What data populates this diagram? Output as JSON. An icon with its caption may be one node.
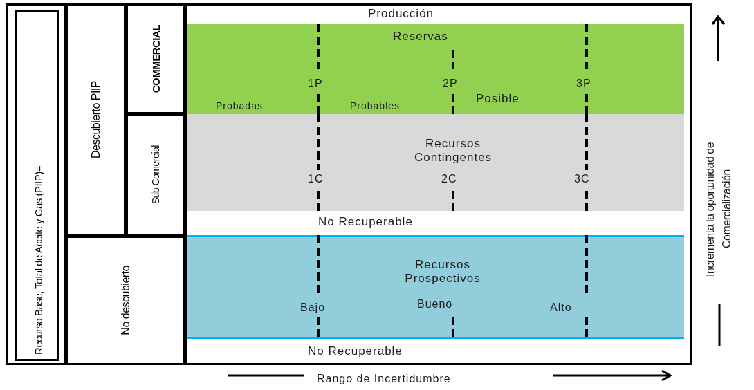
{
  "diagram": {
    "nodes": [
      {
        "text": [
          "Recurso Base, Total de Aceite y Gas (PIIP)="
        ]
      },
      {
        "text": [
          "Descubierto PIIP"
        ]
      },
      {
        "text": [
          "COMMERCIAL"
        ]
      },
      {
        "text": [
          "Sub Comercial"
        ]
      },
      {
        "text": [
          "No descubierto"
        ]
      },
      {
        "text": [
          "Producción"
        ]
      },
      {
        "text": [
          "Reservas"
        ]
      },
      {
        "text": [
          "Recursos Contingentes"
        ]
      },
      {
        "text": [
          "No Recuperable"
        ]
      },
      {
        "text": [
          "Recursos Prospectivos"
        ]
      },
      {
        "text": [
          "No Recuperable"
        ]
      }
    ],
    "labels": [
      "Incrementa la oportunidad de Comercialización",
      "1P",
      "2P",
      "3P",
      "Probadas",
      "Probables",
      "Posible",
      "1C",
      "2C",
      "3C",
      "Bajo",
      "Bueno",
      "Alto",
      "Rango de Incertidumbre"
    ]
  }
}
